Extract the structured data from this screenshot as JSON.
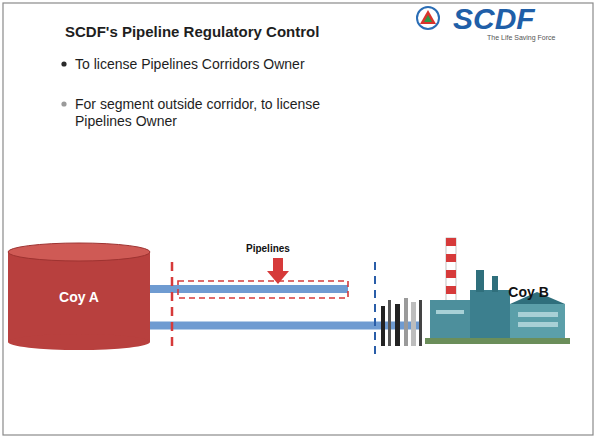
{
  "diagram": {
    "title": "SCDF's Pipeline Regulatory Control",
    "nodes": [
      {
        "text": [
          "Coy A"
        ]
      },
      {
        "text": [
          "Coy B"
        ]
      }
    ],
    "edges": [
      {
        "from": 0,
        "to": 1,
        "arrow": "none"
      }
    ],
    "labels": [
      "To license Pipelines Corridors Owner",
      "For segment outside corridor, to license Pipelines Owner",
      "Pipelines",
      "SCDF",
      "The Life Saving Force"
    ]
  }
}
